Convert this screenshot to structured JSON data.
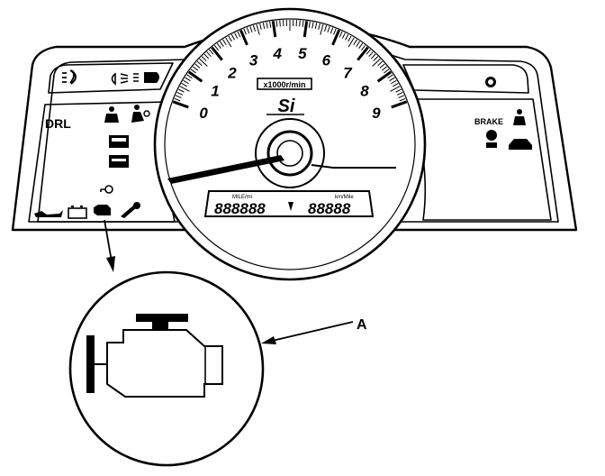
{
  "left_panel": {
    "drl_label": "DRL"
  },
  "right_panel": {
    "brake_label": "BRAKE"
  },
  "tachometer": {
    "ticks": [
      "0",
      "1",
      "2",
      "3",
      "4",
      "5",
      "6",
      "7",
      "8",
      "9"
    ],
    "x1000_label": "x1000r/min",
    "badge": "Si"
  },
  "display": {
    "left_unit": "MILE/mi",
    "right_unit": "km/Mile",
    "left_digits": "888888",
    "right_digits": "88888"
  },
  "callout": {
    "label": "A"
  },
  "icons": [
    "fog-light-icon",
    "low-beam-icon",
    "high-beam-icon",
    "seatbelt-icon",
    "airbag-icon",
    "door-icon",
    "key-icon",
    "oil-icon",
    "battery-icon",
    "check-engine-icon",
    "wrench-icon",
    "brake-icon",
    "parking-brake-icon",
    "car-icon"
  ]
}
